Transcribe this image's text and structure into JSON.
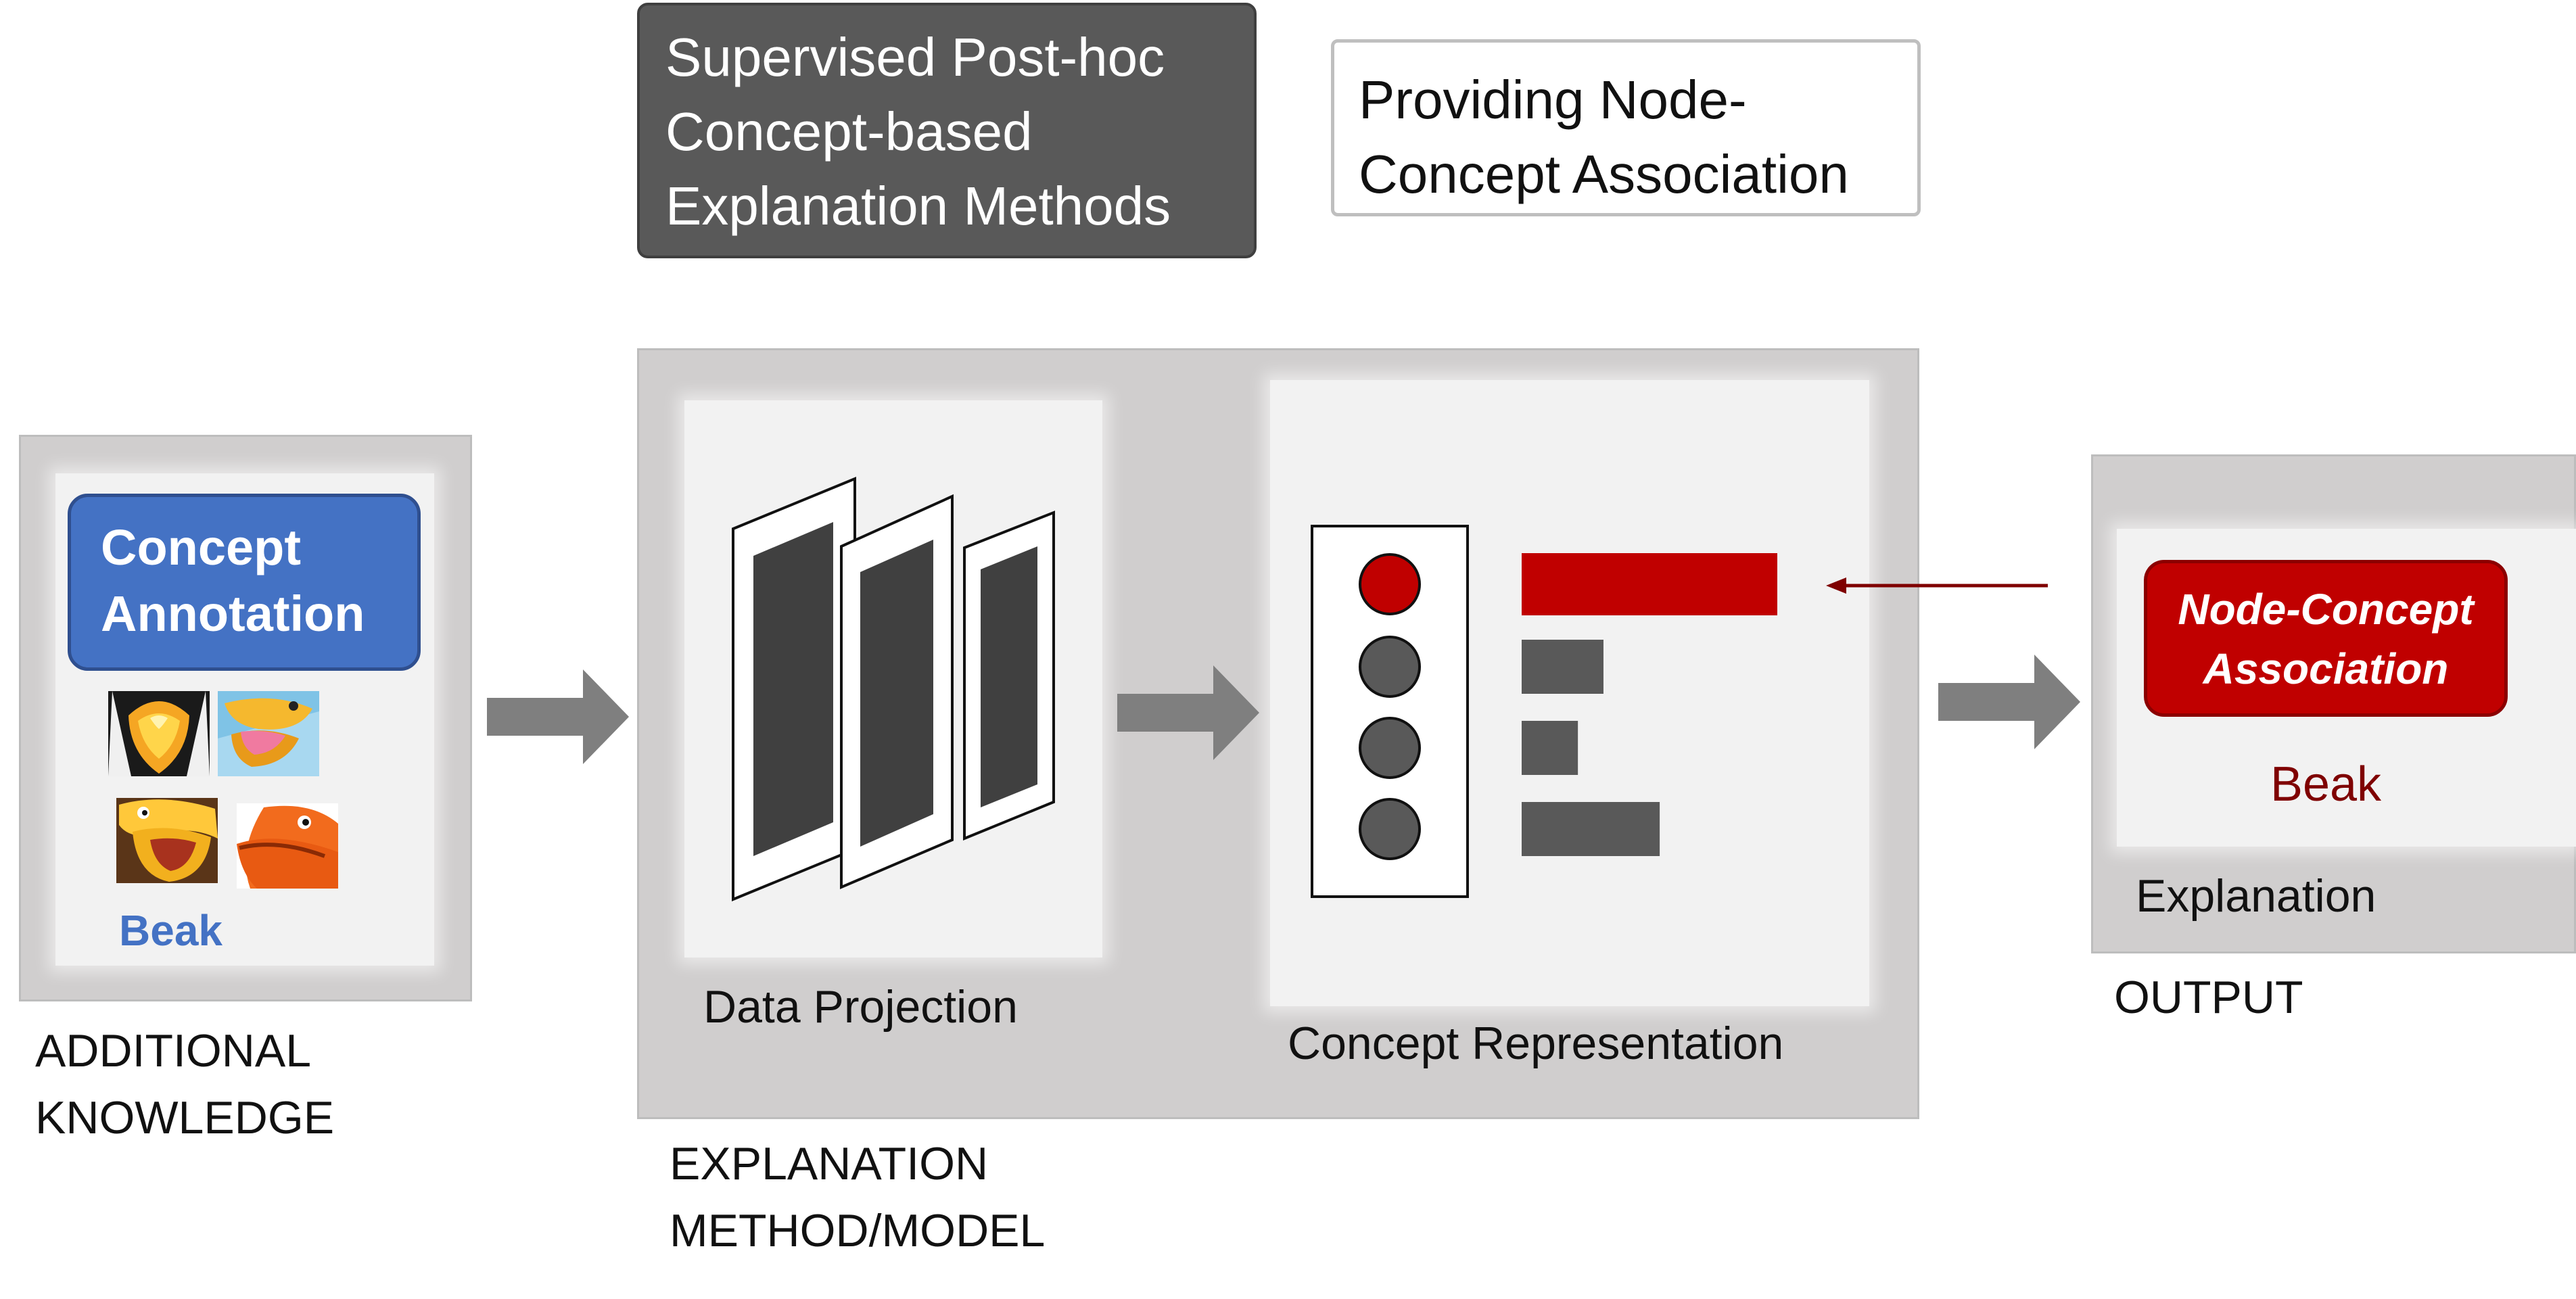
{
  "header": {
    "method_family_title": "Supervised Post-hoc Concept-based Explanation Methods",
    "method_family_lines": [
      "Supervised Post-hoc",
      "Concept-based",
      "Explanation Methods"
    ],
    "role_note": "Providing Node-Concept Association",
    "role_note_lines": [
      "Providing Node-",
      "Concept Association"
    ]
  },
  "additional_knowledge": {
    "section_label_lines": [
      "ADDITIONAL",
      "KNOWLEDGE"
    ],
    "annotation_box_lines": [
      "Concept",
      "Annotation"
    ],
    "concept_name": "Beak",
    "thumbnails": [
      "beak-thumbnail-1",
      "beak-thumbnail-2",
      "beak-thumbnail-3",
      "beak-thumbnail-4"
    ]
  },
  "explanation_method": {
    "section_label_lines": [
      "EXPLANATION",
      "METHOD/MODEL"
    ],
    "data_projection_label": "Data Projection",
    "concept_representation_label": "Concept Representation",
    "nodes": [
      {
        "state": "highlighted",
        "color": "#c00000"
      },
      {
        "state": "normal",
        "color": "#595959"
      },
      {
        "state": "normal",
        "color": "#595959"
      },
      {
        "state": "normal",
        "color": "#595959"
      }
    ],
    "association_bars": [
      {
        "level": 1.0,
        "color": "#c00000"
      },
      {
        "level": 0.32,
        "color": "#595959"
      },
      {
        "level": 0.22,
        "color": "#595959"
      },
      {
        "level": 0.54,
        "color": "#595959"
      }
    ]
  },
  "output": {
    "section_label": "OUTPUT",
    "explanation_label": "Explanation",
    "result_box_lines": [
      "Node-Concept",
      "Association"
    ],
    "concept_name": "Beak"
  },
  "colors": {
    "panel_gray": "#d0cece",
    "inner_panel": "#f2f2f2",
    "dark_gray": "#595959",
    "accent_blue": "#4472c4",
    "accent_red": "#c00000",
    "dark_red": "#7f0000",
    "arrow_gray": "#7f7f7f"
  }
}
